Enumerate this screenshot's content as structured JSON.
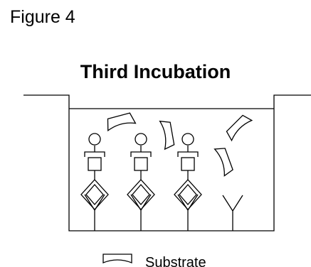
{
  "figure_label": "Figure 4",
  "title": "Third Incubation",
  "legend": {
    "label": "Substrate"
  },
  "colors": {
    "line": "#000000",
    "background": "#ffffff"
  }
}
